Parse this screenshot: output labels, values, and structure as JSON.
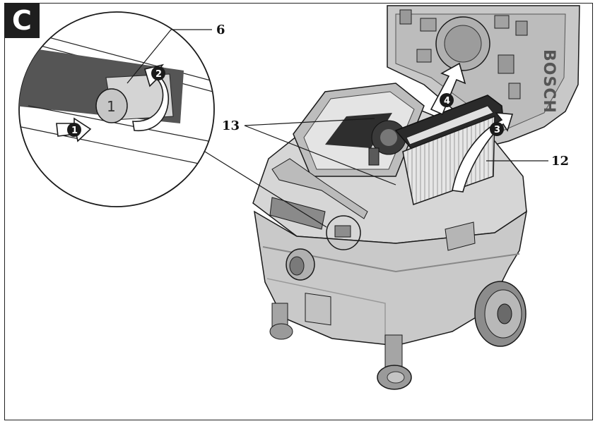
{
  "figure": {
    "panel_letter": "C",
    "brand_text": "BOSCH",
    "button_number": "1",
    "callouts": [
      {
        "id": "6",
        "label": "6"
      },
      {
        "id": "13",
        "label": "13"
      },
      {
        "id": "12",
        "label": "12"
      }
    ],
    "steps": [
      {
        "id": "s1",
        "label": "1"
      },
      {
        "id": "s2",
        "label": "2"
      },
      {
        "id": "s3",
        "label": "3"
      },
      {
        "id": "s4",
        "label": "4"
      }
    ],
    "colors": {
      "body": "#c9c9c9",
      "body_dark": "#a9a9a9",
      "body_light": "#dedede",
      "outline": "#1a1a1a",
      "badge": "#1e1e1e"
    }
  }
}
